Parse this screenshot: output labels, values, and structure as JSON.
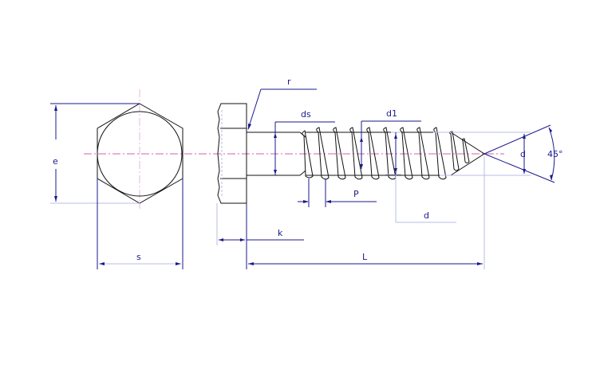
{
  "drawing": {
    "title": "Hex head lag screw (wood screw) dimension drawing",
    "colors": {
      "object_line": "#111111",
      "dimension_line": "#1a1a8c",
      "extension_line": "#b8bce6",
      "center_line": "#d65fb5"
    },
    "labels": {
      "e": "e",
      "s": "s",
      "r": "r",
      "k": "k",
      "ds": "ds",
      "d1": "d1",
      "P": "P",
      "d_thread": "d",
      "d_tip": "d",
      "L": "L",
      "angle": "45°"
    },
    "views": [
      "head-end-view",
      "side-view"
    ]
  }
}
